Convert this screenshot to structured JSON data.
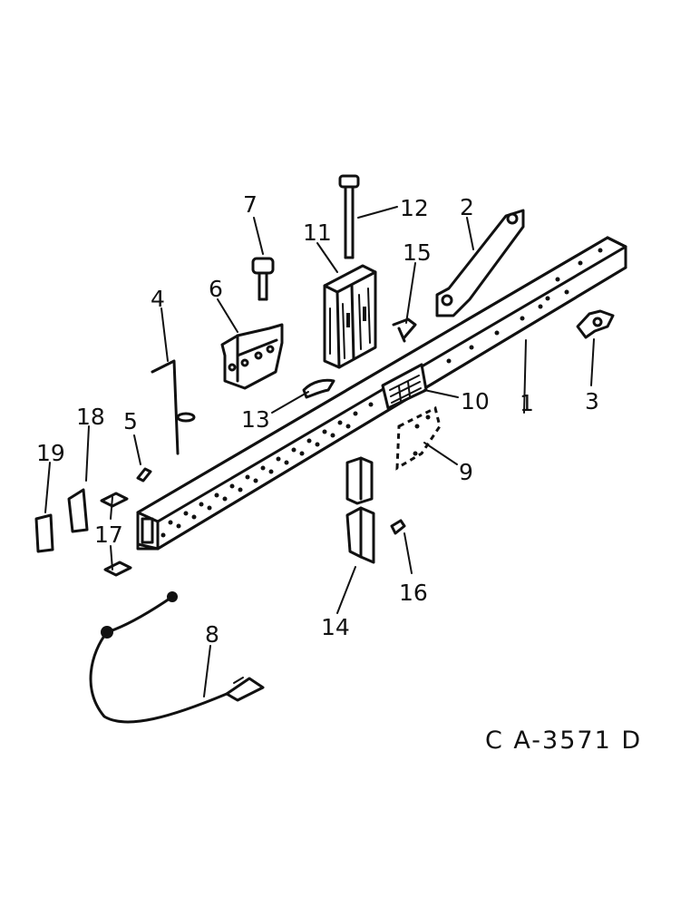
{
  "drawing_code": "C A-3571 D",
  "callouts": {
    "c1": "1",
    "c2": "2",
    "c3": "3",
    "c4": "4",
    "c5": "5",
    "c6": "6",
    "c7": "7",
    "c8": "8",
    "c9": "9",
    "c10": "10",
    "c11": "11",
    "c12": "12",
    "c13": "13",
    "c14": "14",
    "c15": "15",
    "c16": "16",
    "c17a": "17",
    "c17b": "17",
    "c18": "18",
    "c19": "19"
  }
}
